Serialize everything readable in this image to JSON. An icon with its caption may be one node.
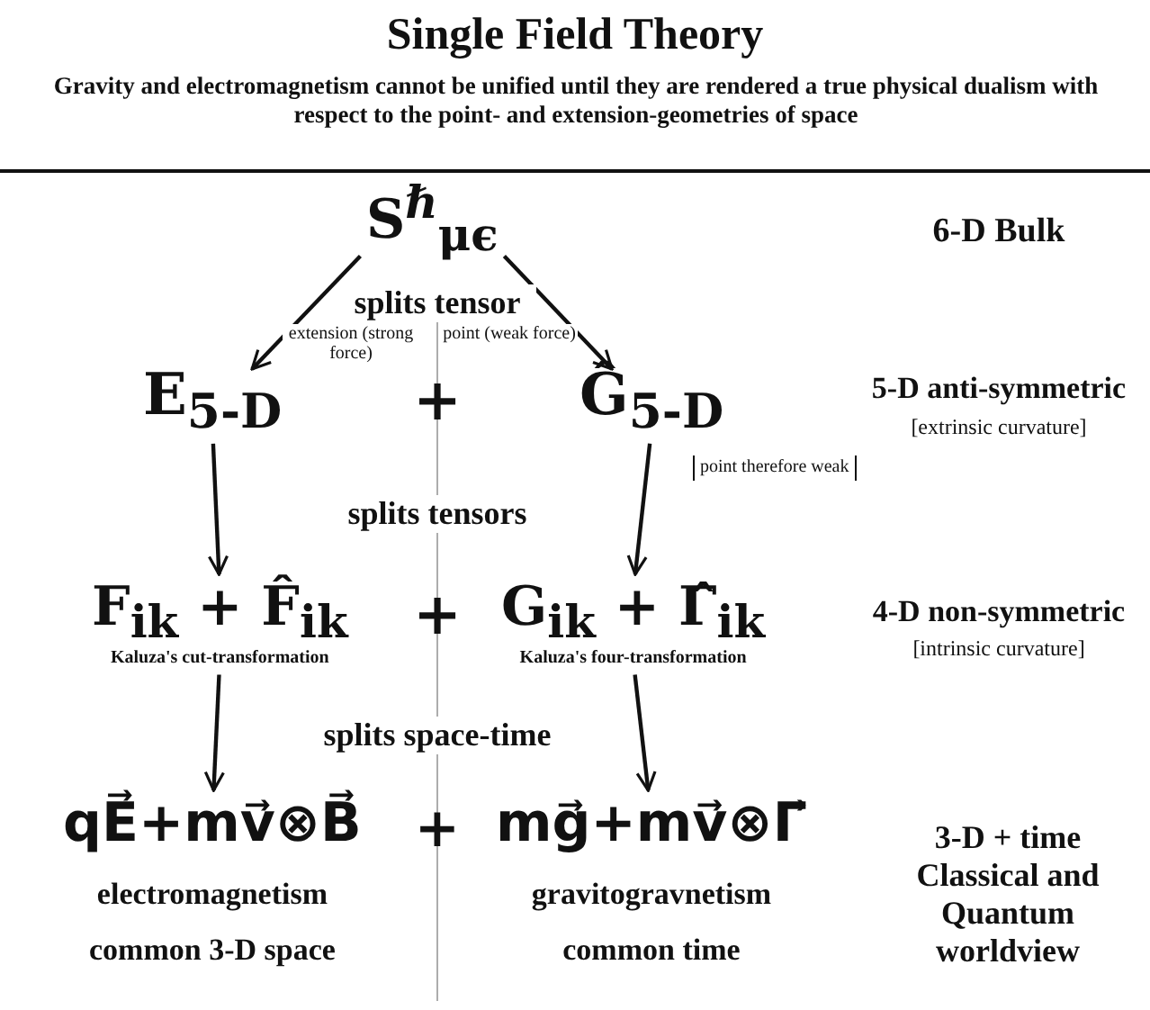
{
  "diagram": {
    "title": "Single Field Theory",
    "nodes": [
      {
        "text": [
          "S$^{ℏ}$$_{μϵ}$"
        ]
      },
      {
        "text": [
          "E$_{5-D}$"
        ]
      },
      {
        "text": [
          "Ĝ$_{5-D}$"
        ]
      },
      {
        "text": [
          "F$_{ik}$ + F̂$_{ik}$"
        ],
        "beside": [
          "Kaluza's cut-transformation"
        ]
      },
      {
        "text": [
          "G$_{ik}$ + Γ̂$_{ik}$"
        ],
        "beside": [
          "Kaluza's four-transformation"
        ]
      },
      {
        "text": [
          "qE⃗+mv⃗⊗B⃗"
        ],
        "beside": [
          "electromagnetism",
          "common 3-D space"
        ]
      },
      {
        "text": [
          "mg⃗+mv⃗⊗Γ⃗"
        ],
        "beside": [
          "gravitogravnetism",
          "common time"
        ]
      }
    ],
    "edges": [
      {
        "from": 0,
        "to": 1,
        "arrow": "to",
        "label": "extension (strong force)"
      },
      {
        "from": 0,
        "to": 2,
        "arrow": "to",
        "label": "point (weak force)"
      },
      {
        "from": 1,
        "to": 3,
        "arrow": "to"
      },
      {
        "from": 2,
        "to": 4,
        "arrow": "to"
      },
      {
        "from": 3,
        "to": 5,
        "arrow": "to"
      },
      {
        "from": 4,
        "to": 6,
        "arrow": "to"
      }
    ],
    "labels": [
      "Gravity and electromagnetism cannot be unified until they are rendered a true physical dualism with respect to the point- and extension-geometries of space",
      "6-D Bulk",
      "splits tensor",
      "+",
      "5-D anti-symmetric",
      "[extrinsic curvature]",
      "point therefore weak",
      "splits tensors",
      "+",
      "4-D non-symmetric",
      "[intrinsic curvature]",
      "splits space-time",
      "+",
      "3-D + time Classical and Quantum worldview"
    ]
  }
}
